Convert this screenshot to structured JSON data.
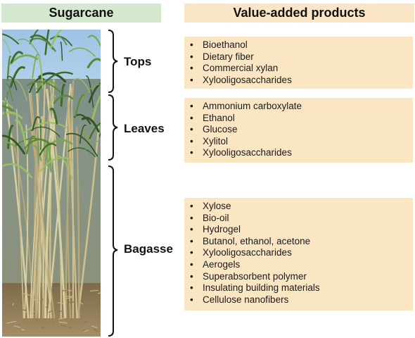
{
  "headers": {
    "left": "Sugarcane",
    "right": "Value-added products"
  },
  "parts": [
    {
      "label": "Tops",
      "products": [
        "Bioethanol",
        "Dietary fiber",
        "Commercial xylan",
        "Xylooligosaccharides"
      ]
    },
    {
      "label": "Leaves",
      "products": [
        "Ammonium carboxylate",
        "Ethanol",
        "Glucose",
        "Xylitol",
        "Xylooligosaccharides"
      ]
    },
    {
      "label": "Bagasse",
      "products": [
        "Xylose",
        "Bio-oil",
        "Hydrogel",
        "Butanol, ethanol, acetone",
        "Xylooligosaccharides",
        "Aerogels",
        "Superabsorbent polymer",
        "Insulating building materials",
        "Cellulose nanofibers"
      ]
    }
  ],
  "bullet": "•",
  "colors": {
    "left_header": "#d4e8cf",
    "right_header": "#fae6c6",
    "product_box": "#fbe6c4"
  }
}
